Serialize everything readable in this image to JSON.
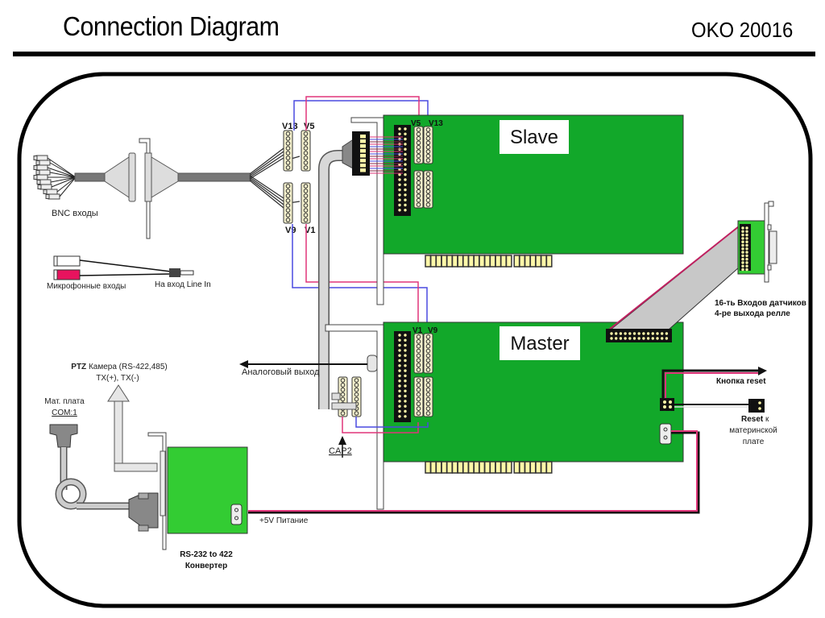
{
  "header": {
    "title": "Connection Diagram",
    "code": "OKO 20016"
  },
  "cards": {
    "slave": {
      "label": "Slave"
    },
    "master": {
      "label": "Master"
    }
  },
  "headers": {
    "slave_v5": "V5",
    "slave_v13": "V13",
    "master_v1": "V1",
    "master_v9": "V9",
    "cable_v13": "V13",
    "cable_v5": "V5",
    "cable_v9": "V9",
    "cable_v1": "V1"
  },
  "labels": {
    "bnc_bold": "BNC",
    "bnc_rest": " входы",
    "mic_inputs": "Микрофонные входы",
    "line_in_prefix": "На вход ",
    "line_in_bold": "Line In",
    "ptz_bold": "PTZ",
    "ptz_rest": " Камера (RS-422,485)",
    "ptz_tx": "TX(+), TX(-)",
    "motherboard": "Мат. плата",
    "com1": "COM:1",
    "analog_out": "Аналоговый выход",
    "cap2": "CAP2",
    "power_bold": "+5V",
    "power_rest": " Питание",
    "converter_line1": "RS-232 to 422",
    "converter_line2": "Конвертер",
    "sensors_line1": "16-ть Входов датчиков",
    "sensors_line2": "4-ре выхода релле",
    "reset_button": "Кнопка reset",
    "reset_bold": "Reset",
    "reset_rest": " к",
    "reset_line2": "материнской",
    "reset_line3": "плате"
  },
  "colors": {
    "card_green": "#12a82a",
    "converter_green": "#33cc33",
    "pin_yellow": "#fdf7a8",
    "header_cream": "#f4f0cc",
    "wire_pink": "#e0357a",
    "wire_blue": "#4a4ae0",
    "cable_gray": "#7d7d7d",
    "bracket_gray": "#d8d8d8"
  }
}
